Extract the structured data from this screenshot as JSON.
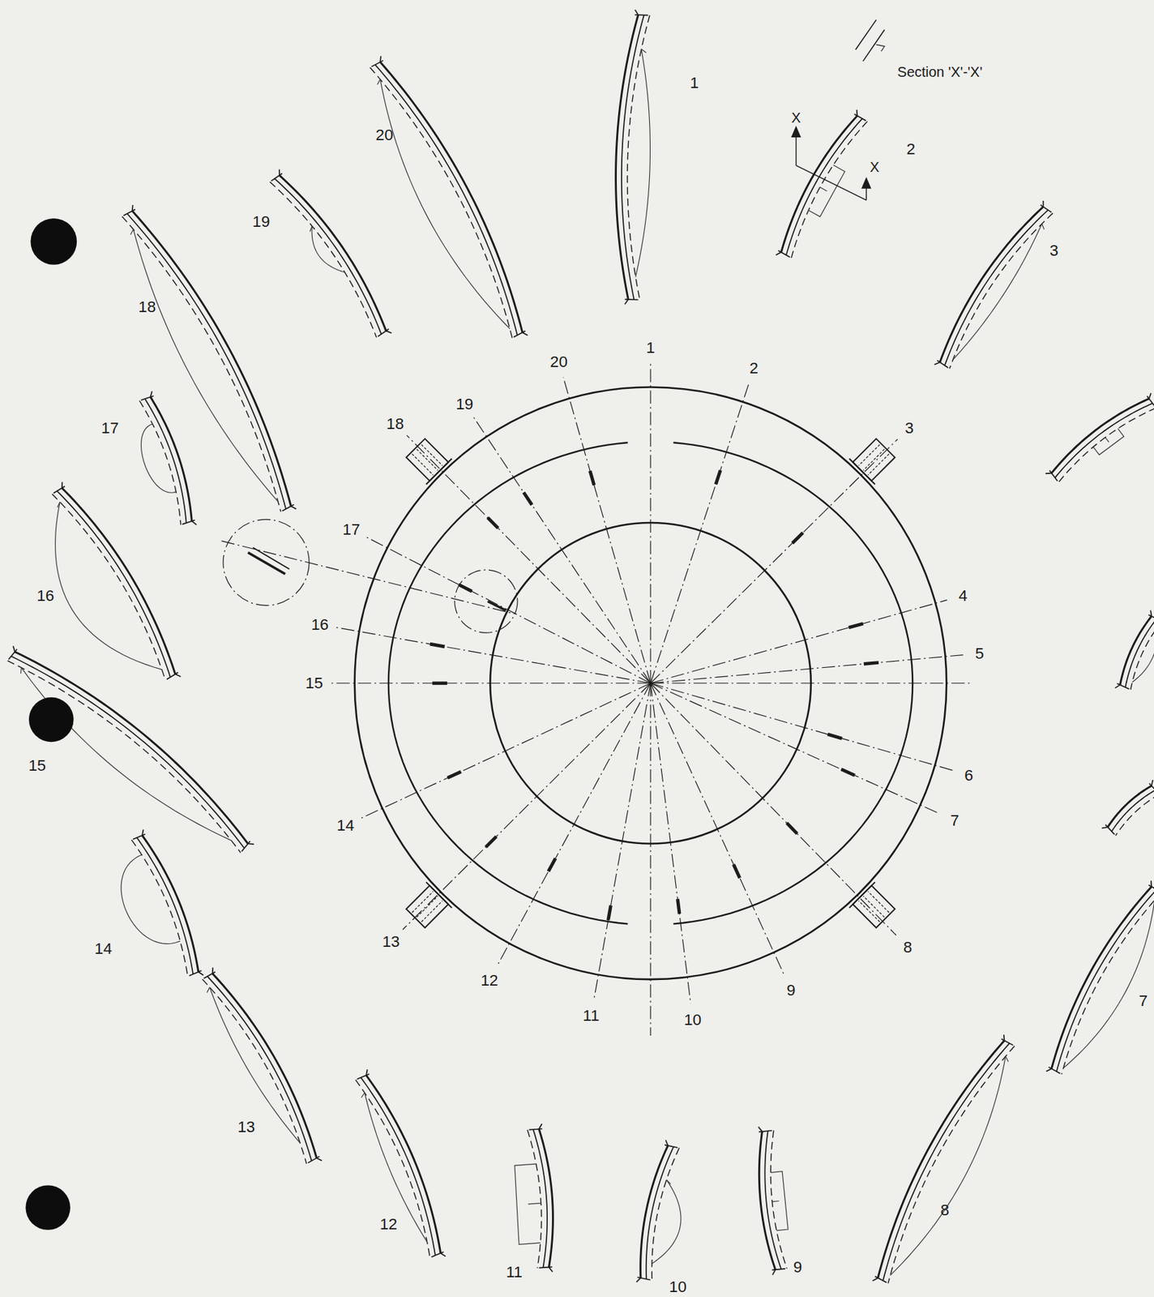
{
  "diagram": {
    "labels": [
      "Section 'X'-'X'",
      "X",
      "X",
      "1",
      "2",
      "3",
      "7",
      "8",
      "9",
      "10",
      "11",
      "12",
      "13",
      "14",
      "15",
      "16",
      "17",
      "18",
      "19",
      "20",
      "1",
      "2",
      "3",
      "4",
      "5",
      "6",
      "7",
      "8",
      "9",
      "10",
      "11",
      "12",
      "13",
      "14",
      "15",
      "16",
      "17",
      "18",
      "19",
      "20"
    ]
  }
}
